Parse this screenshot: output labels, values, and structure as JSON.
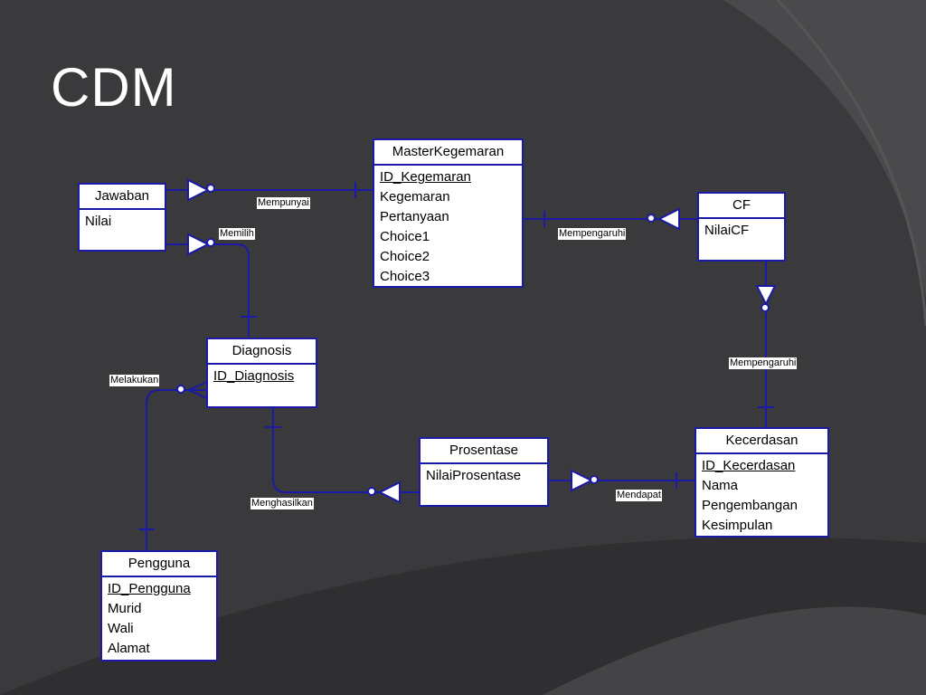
{
  "slide": {
    "title": "CDM"
  },
  "colors": {
    "background": "#3a3a3c",
    "line": "#1a1aa6",
    "entity_fill": "#ffffff",
    "title": "#ffffff"
  },
  "entities": {
    "jawaban": {
      "name": "Jawaban",
      "attributes": [
        "Nilai"
      ]
    },
    "master": {
      "name": "MasterKegemaran",
      "attributes": [
        "ID_Kegemaran",
        "Kegemaran",
        "Pertanyaan",
        "Choice1",
        "Choice2",
        "Choice3"
      ]
    },
    "cf": {
      "name": "CF",
      "attributes": [
        "NilaiCF"
      ]
    },
    "diagnosis": {
      "name": "Diagnosis",
      "attributes": [
        "ID_Diagnosis"
      ]
    },
    "prosentase": {
      "name": "Prosentase",
      "attributes": [
        "NilaiProsentase"
      ]
    },
    "kecerdasan": {
      "name": "Kecerdasan",
      "attributes": [
        "ID_Kecerdasan",
        "Nama",
        "Pengembangan",
        "Kesimpulan"
      ]
    },
    "pengguna": {
      "name": "Pengguna",
      "attributes": [
        "ID_Pengguna",
        "Murid",
        "Wali",
        "Alamat"
      ]
    }
  },
  "relationships": {
    "mempunyai": "Mempunyai",
    "memilih": "Memilih",
    "mempengaruhi_1": "Mempengaruhi",
    "mempengaruhi_2": "Mempengaruhi",
    "melakukan": "Melakukan",
    "menghasilkan": "Menghasilkan",
    "mendapat": "Mendapat"
  }
}
